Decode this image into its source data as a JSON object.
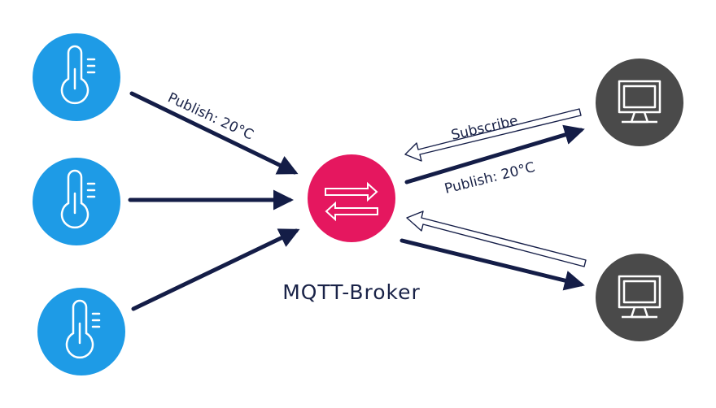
{
  "diagram": {
    "broker": {
      "label": "MQTT-Broker",
      "icon": "swap-arrows-icon",
      "color": "#e5175f"
    },
    "sensors": [
      {
        "name": "temperature-sensor-1",
        "icon": "thermometer-icon"
      },
      {
        "name": "temperature-sensor-2",
        "icon": "thermometer-icon"
      },
      {
        "name": "temperature-sensor-3",
        "icon": "thermometer-icon"
      }
    ],
    "clients": [
      {
        "name": "subscriber-client-1",
        "icon": "monitor-icon"
      },
      {
        "name": "subscriber-client-2",
        "icon": "monitor-icon"
      }
    ],
    "labels": {
      "sensor_publish": "Publish: 20°C",
      "subscribe": "Subscribe",
      "client_publish": "Publish: 20°C"
    },
    "colors": {
      "sensor": "#1e9be6",
      "client": "#4a4a4a",
      "arrow": "#141d47",
      "broker": "#e5175f"
    }
  }
}
